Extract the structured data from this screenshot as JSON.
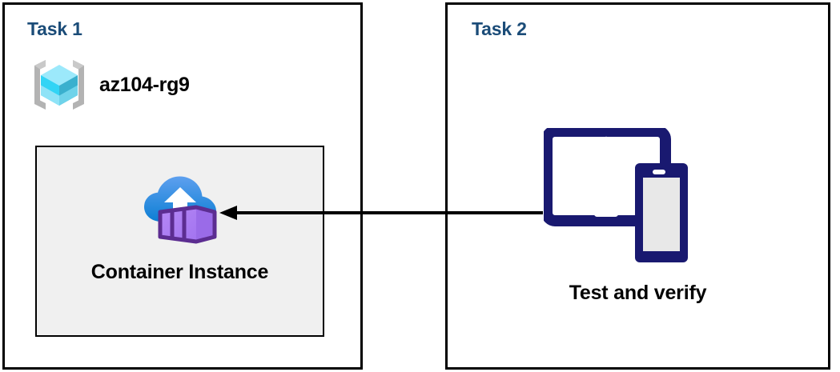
{
  "diagram": {
    "title": "Azure Container Instance task diagram",
    "background_color": "#FFFFFF",
    "panel_border_color": "#000000",
    "task_title_color": "#1B4C78",
    "inner_box_fill": "#F0F0F0",
    "arrow_color": "#000000",
    "device_icon_color": "#191970"
  },
  "tasks": [
    {
      "id": "task1",
      "title": "Task 1",
      "resource_group": {
        "icon": "azure-resource-group-icon",
        "label": "az104-rg9"
      },
      "resource": {
        "icon": "azure-container-instance-icon",
        "label": "Container Instance"
      }
    },
    {
      "id": "task2",
      "title": "Task 2",
      "action": {
        "icon": "devices-tablet-phone-icon",
        "label": "Test and verify"
      }
    }
  ],
  "connector": {
    "name": "arrow-task2-to-container-instance",
    "direction": "right-to-left",
    "from": "Test and verify",
    "to": "Container Instance",
    "arrowhead": "left"
  }
}
